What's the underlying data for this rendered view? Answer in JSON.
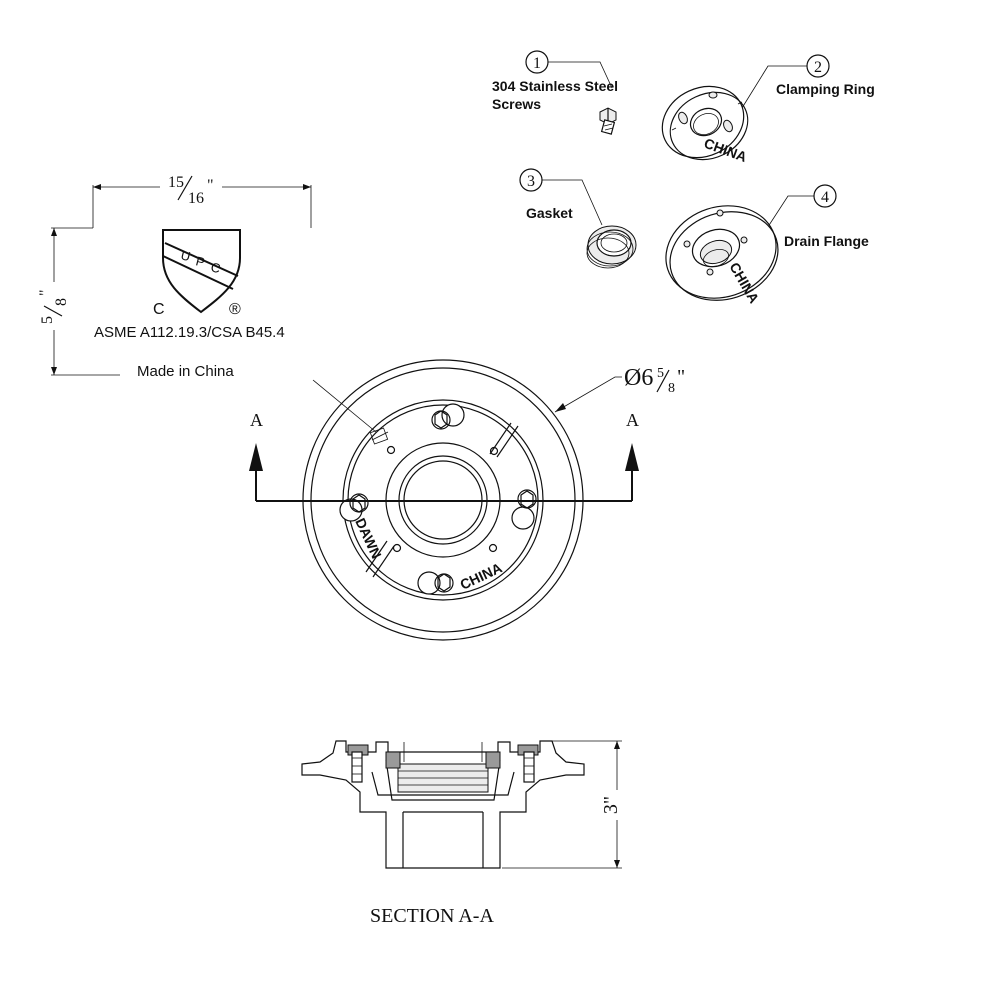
{
  "parts": [
    {
      "number": "1",
      "label_line1": "304 Stainless Steel",
      "label_line2": "Screws"
    },
    {
      "number": "2",
      "label_line1": "Clamping Ring",
      "label_line2": ""
    },
    {
      "number": "3",
      "label_line1": "Gasket",
      "label_line2": ""
    },
    {
      "number": "4",
      "label_line1": "Drain Flange",
      "label_line2": ""
    }
  ],
  "marking": {
    "width_dim_num": "15",
    "width_dim_den": "16",
    "width_dim_unit": "\"",
    "height_dim_num": "5",
    "height_dim_den": "8",
    "height_dim_unit": "\"",
    "logo_letters": [
      "U",
      "P",
      "C"
    ],
    "logo_left": "C",
    "logo_right": "®",
    "standard": "ASME A112.19.3/CSA B45.4",
    "origin": "Made in China"
  },
  "top_view": {
    "diameter_prefix": "Ø6",
    "diameter_num": "5",
    "diameter_den": "8",
    "diameter_unit": "\"",
    "section_left": "A",
    "section_right": "A",
    "engraving_brand": "DAWN",
    "engraving_origin": "CHINA"
  },
  "section": {
    "height_dim": "3\"",
    "title": "SECTION A-A"
  },
  "exploded_engravings": {
    "ring_text": "CHINA",
    "flange_text": "CHINA"
  },
  "colors": {
    "line": "#111111",
    "shade": "#9a9a9a",
    "background": "#ffffff"
  }
}
